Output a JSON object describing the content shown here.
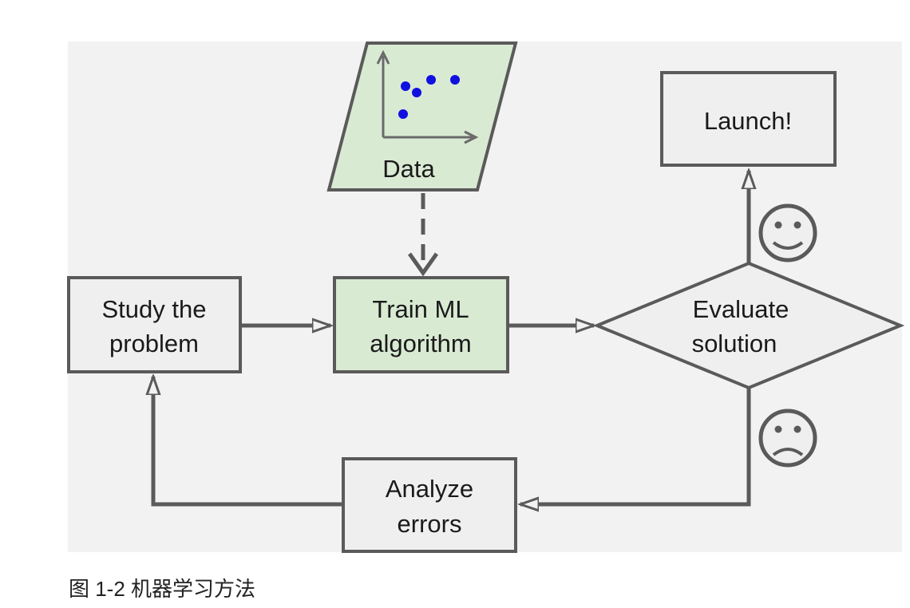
{
  "nodes": {
    "data": {
      "label": "Data",
      "shape": "parallelogram",
      "fill": "#d9ead3"
    },
    "study": {
      "label_lines": [
        "Study the",
        "problem"
      ],
      "shape": "rectangle",
      "fill": "#efefef"
    },
    "train": {
      "label_lines": [
        "Train ML",
        "algorithm"
      ],
      "shape": "rectangle",
      "fill": "#d9ead3"
    },
    "evaluate": {
      "label_lines": [
        "Evaluate",
        "solution"
      ],
      "shape": "diamond",
      "fill": "#efefef"
    },
    "launch": {
      "label": "Launch!",
      "shape": "rectangle",
      "fill": "#efefef"
    },
    "analyze": {
      "label_lines": [
        "Analyze",
        "errors"
      ],
      "shape": "rectangle",
      "fill": "#efefef"
    }
  },
  "edges": [
    {
      "from": "data",
      "to": "train",
      "style": "dashed"
    },
    {
      "from": "study",
      "to": "train",
      "style": "solid"
    },
    {
      "from": "train",
      "to": "evaluate",
      "style": "solid"
    },
    {
      "from": "evaluate",
      "to": "launch",
      "style": "solid",
      "marker": "smiley-happy-icon"
    },
    {
      "from": "evaluate",
      "to": "analyze",
      "style": "solid",
      "marker": "smiley-sad-icon"
    },
    {
      "from": "analyze",
      "to": "study",
      "style": "solid"
    }
  ],
  "colors": {
    "background": "#f2f2f2",
    "stroke": "#555555",
    "data_point": "#1010e0"
  },
  "caption": "图 1-2 机器学习方法"
}
